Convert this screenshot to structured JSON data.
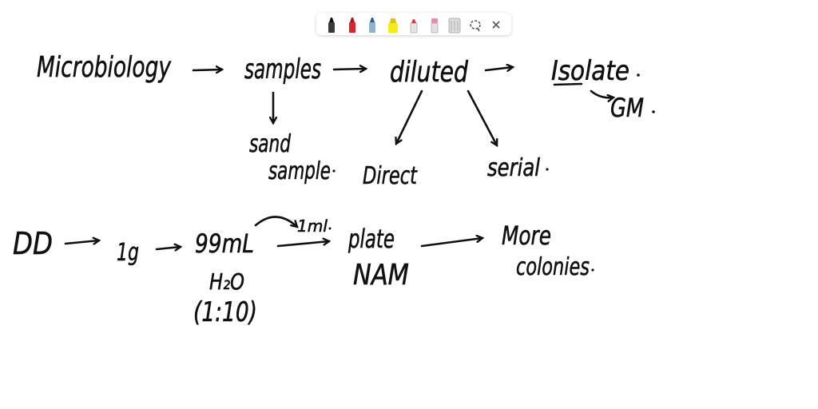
{
  "toolbar": {
    "tools": [
      {
        "icon": "black-marker-icon",
        "color": "#2b2b2b"
      },
      {
        "icon": "red-marker-icon",
        "color": "#d9262e"
      },
      {
        "icon": "blue-marker-icon",
        "color": "#4a7fa8"
      },
      {
        "icon": "yellow-highlighter-icon",
        "color": "#f2e600"
      },
      {
        "icon": "white-marker-icon",
        "color": "#e8e8e8"
      },
      {
        "icon": "pink-eraser-icon",
        "color": "#f08aa0"
      },
      {
        "icon": "eraser-icon",
        "color": "#cfcfcf"
      },
      {
        "icon": "lasso-icon",
        "color": "#555555"
      },
      {
        "icon": "close-icon",
        "color": "#555555"
      }
    ]
  },
  "notes": {
    "row1": {
      "microbiology": "Microbiology",
      "samples": "samples",
      "diluted": "diluted",
      "isolate": "Isolate",
      "gm": "GM"
    },
    "branches": {
      "sand": "sand",
      "sample": "sample",
      "direct": "Direct",
      "serial": "serial"
    },
    "row2": {
      "dd": "DD",
      "one_g": "1g",
      "volume": "99mL",
      "h2o": "H₂O",
      "ratio": "(1:10)",
      "one_ml": "1ml",
      "plate": "plate",
      "nam": "NAM",
      "more": "More",
      "colonies": "colonies"
    }
  }
}
